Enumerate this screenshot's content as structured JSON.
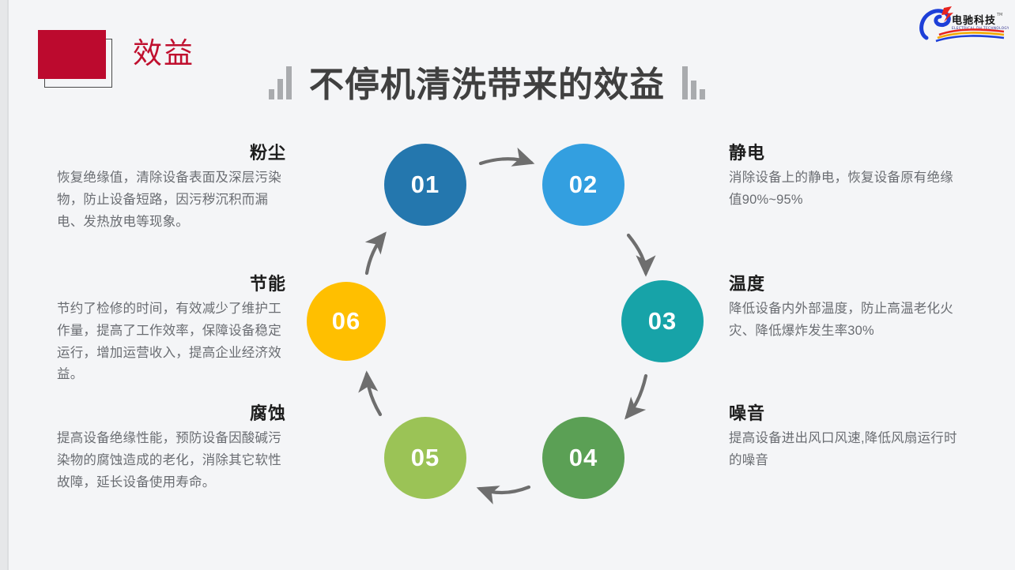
{
  "header": {
    "badge_label": "效益",
    "badge_color": "#bc0a2e",
    "badge_text_color": "#c0102f",
    "title": "不停机清洗带来的效益",
    "decor_left": "bar-chart-ascending",
    "decor_right": "bar-chart-descending"
  },
  "logo": {
    "brand_cn": "电驰科技",
    "brand_en": "ELECTRICAL DH TECHNOLOGY",
    "trademark": "TM",
    "mark_color": "#1d3fd8"
  },
  "diagram": {
    "type": "cycle",
    "steps": [
      {
        "number": "01",
        "color": "#2477ae",
        "side": "left",
        "title": "粉尘",
        "desc": "恢复绝缘值，清除设备表面及深层污染物，防止设备短路，因污秽沉积而漏电、发热放电等现象。"
      },
      {
        "number": "02",
        "color": "#339fe0",
        "side": "right",
        "title": "静电",
        "desc": "消除设备上的静电，恢复设备原有绝缘值90%~95%"
      },
      {
        "number": "03",
        "color": "#17a3a8",
        "side": "right",
        "title": "温度",
        "desc": "降低设备内外部温度，防止高温老化火灾、降低爆炸发生率30%"
      },
      {
        "number": "04",
        "color": "#5ba055",
        "side": "right",
        "title": "噪音",
        "desc": "提高设备进出风口风速,降低风扇运行时的噪音"
      },
      {
        "number": "05",
        "color": "#9bc356",
        "side": "left",
        "title": "腐蚀",
        "desc": "提高设备绝缘性能，预防设备因酸碱污染物的腐蚀造成的老化，消除其它软性故障，延长设备使用寿命。"
      },
      {
        "number": "06",
        "color": "#ffbf00",
        "side": "left",
        "title": "节能",
        "desc": "节约了检修的时间，有效减少了维护工作量，提高了工作效率，保障设备稳定运行，增加运营收入，提高企业经济效益。"
      }
    ],
    "arrow_color": "#6e6e6e"
  },
  "left_blocks": [
    {
      "title": "粉尘",
      "desc": "恢复绝缘值，清除设备表面及深层污染物，防止设备短路，因污秽沉积而漏电、发热放电等现象。"
    },
    {
      "title": "节能",
      "desc": "节约了检修的时间，有效减少了维护工作量，提高了工作效率，保障设备稳定运行，增加运营收入，提高企业经济效益。"
    },
    {
      "title": "腐蚀",
      "desc": "提高设备绝缘性能，预防设备因酸碱污染物的腐蚀造成的老化，消除其它软性故障，延长设备使用寿命。"
    }
  ],
  "right_blocks": [
    {
      "title": "静电",
      "desc": "消除设备上的静电，恢复设备原有绝缘值90%~95%"
    },
    {
      "title": "温度",
      "desc": "降低设备内外部温度，防止高温老化火灾、降低爆炸发生率30%"
    },
    {
      "title": "噪音",
      "desc": "提高设备进出风口风速,降低风扇运行时的噪音"
    }
  ],
  "background_color": "#f4f5f7"
}
